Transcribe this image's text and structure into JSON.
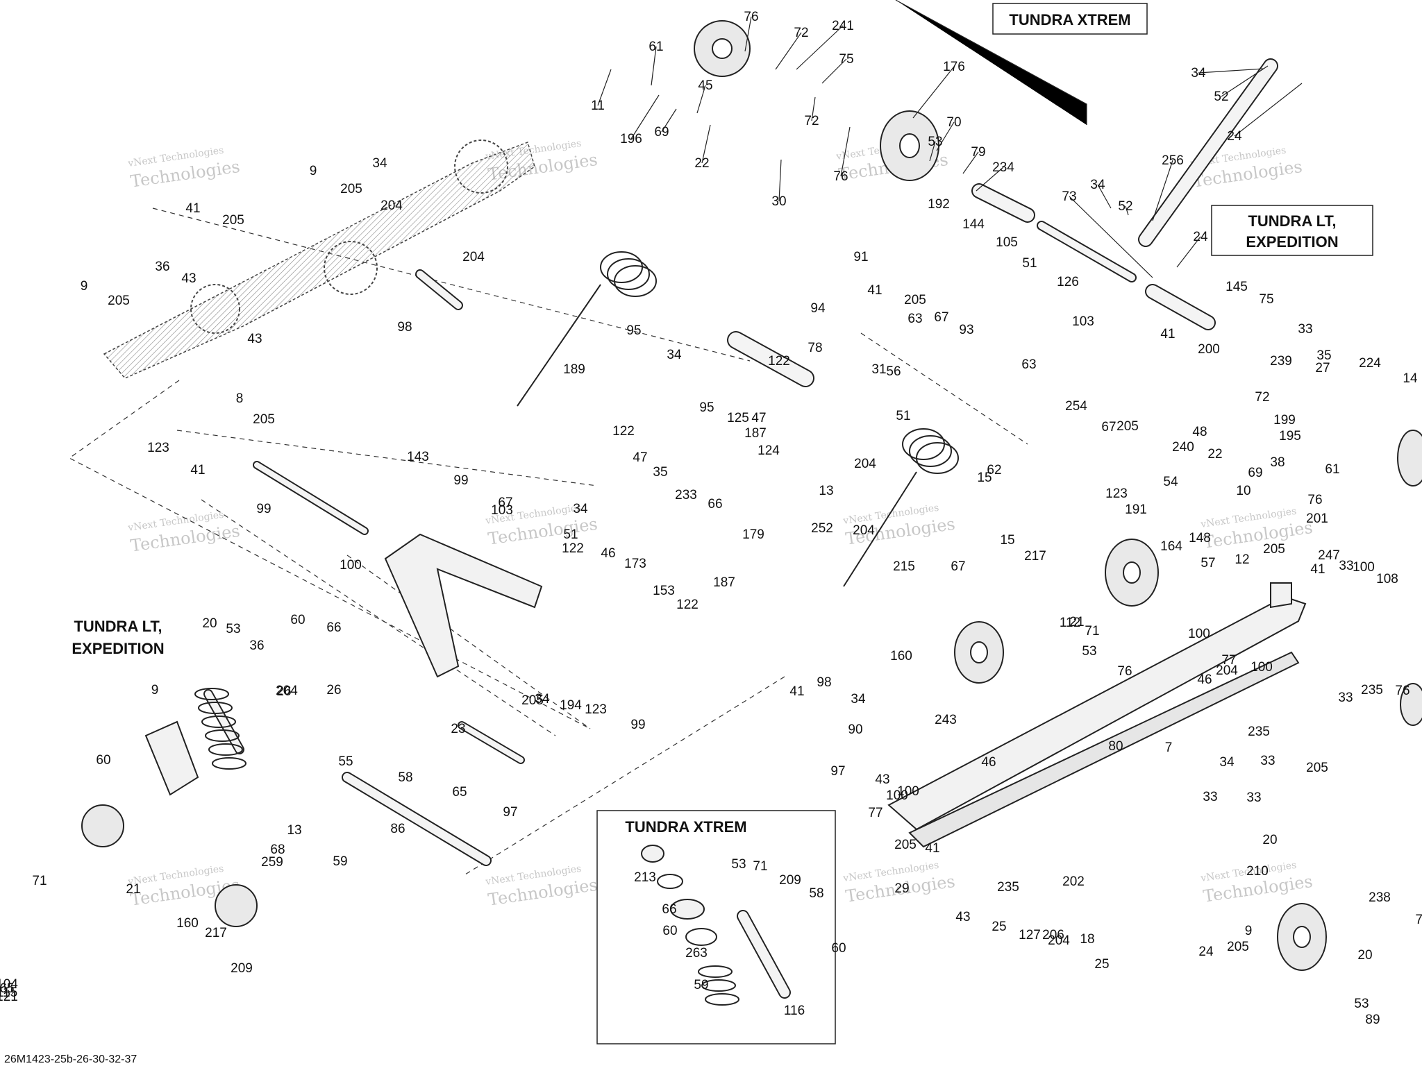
{
  "diagram": {
    "reference_code": "26M1423-25b-26-30-32-37",
    "watermark_line1": "vNext Technologies",
    "watermark_line2": "Technologies",
    "boxes": {
      "tundra_xtrem_top": "TUNDRA XTREM",
      "tundra_lt_right_line1": "TUNDRA LT,",
      "tundra_lt_right_line2": "EXPEDITION",
      "tundra_lt_left_line1": "TUNDRA LT,",
      "tundra_lt_left_line2": "EXPEDITION",
      "tundra_xtrem_inset": "TUNDRA XTREM"
    },
    "callouts": [
      {
        "t": "76"
      },
      {
        "t": "72"
      },
      {
        "t": "241"
      },
      {
        "t": "61"
      },
      {
        "t": "75"
      },
      {
        "t": "45"
      },
      {
        "t": "11"
      },
      {
        "t": "196"
      },
      {
        "t": "69"
      },
      {
        "t": "22"
      },
      {
        "t": "72"
      },
      {
        "t": "76"
      },
      {
        "t": "30"
      },
      {
        "t": "176"
      },
      {
        "t": "70"
      },
      {
        "t": "53"
      },
      {
        "t": "79"
      },
      {
        "t": "234"
      },
      {
        "t": "34"
      },
      {
        "t": "52"
      },
      {
        "t": "24"
      },
      {
        "t": "256"
      },
      {
        "t": "34"
      },
      {
        "t": "52"
      },
      {
        "t": "73"
      },
      {
        "t": "24"
      },
      {
        "t": "9"
      },
      {
        "t": "34"
      },
      {
        "t": "205"
      },
      {
        "t": "204"
      },
      {
        "t": "41"
      },
      {
        "t": "205"
      },
      {
        "t": "204"
      },
      {
        "t": "36"
      },
      {
        "t": "43"
      },
      {
        "t": "9"
      },
      {
        "t": "205"
      },
      {
        "t": "98"
      },
      {
        "t": "43"
      },
      {
        "t": "192"
      },
      {
        "t": "144"
      },
      {
        "t": "91"
      },
      {
        "t": "105"
      },
      {
        "t": "51"
      },
      {
        "t": "126"
      },
      {
        "t": "41"
      },
      {
        "t": "205"
      },
      {
        "t": "67"
      },
      {
        "t": "63"
      },
      {
        "t": "103"
      },
      {
        "t": "145"
      },
      {
        "t": "75"
      },
      {
        "t": "95"
      },
      {
        "t": "94"
      },
      {
        "t": "189"
      },
      {
        "t": "34"
      },
      {
        "t": "122"
      },
      {
        "t": "78"
      },
      {
        "t": "93"
      },
      {
        "t": "56"
      },
      {
        "t": "31"
      },
      {
        "t": "63"
      },
      {
        "t": "51"
      },
      {
        "t": "254"
      },
      {
        "t": "67"
      },
      {
        "t": "205"
      },
      {
        "t": "41"
      },
      {
        "t": "200"
      },
      {
        "t": "33"
      },
      {
        "t": "239"
      },
      {
        "t": "35"
      },
      {
        "t": "27"
      },
      {
        "t": "224"
      },
      {
        "t": "14"
      },
      {
        "t": "72"
      },
      {
        "t": "199"
      },
      {
        "t": "48"
      },
      {
        "t": "240"
      },
      {
        "t": "22"
      },
      {
        "t": "69"
      },
      {
        "t": "195"
      },
      {
        "t": "38"
      },
      {
        "t": "10"
      },
      {
        "t": "61"
      },
      {
        "t": "76"
      },
      {
        "t": "201"
      },
      {
        "t": "8"
      },
      {
        "t": "205"
      },
      {
        "t": "123"
      },
      {
        "t": "41"
      },
      {
        "t": "99"
      },
      {
        "t": "95"
      },
      {
        "t": "47"
      },
      {
        "t": "125"
      },
      {
        "t": "122"
      },
      {
        "t": "187"
      },
      {
        "t": "124"
      },
      {
        "t": "47"
      },
      {
        "t": "35"
      },
      {
        "t": "233"
      },
      {
        "t": "66"
      },
      {
        "t": "13"
      },
      {
        "t": "204"
      },
      {
        "t": "15"
      },
      {
        "t": "62"
      },
      {
        "t": "143"
      },
      {
        "t": "99"
      },
      {
        "t": "67"
      },
      {
        "t": "103"
      },
      {
        "t": "34"
      },
      {
        "t": "51"
      },
      {
        "t": "122"
      },
      {
        "t": "173"
      },
      {
        "t": "153"
      },
      {
        "t": "179"
      },
      {
        "t": "122"
      },
      {
        "t": "187"
      },
      {
        "t": "204"
      },
      {
        "t": "15"
      },
      {
        "t": "252"
      },
      {
        "t": "123"
      },
      {
        "t": "191"
      },
      {
        "t": "54"
      },
      {
        "t": "164"
      },
      {
        "t": "148"
      },
      {
        "t": "57"
      },
      {
        "t": "12"
      },
      {
        "t": "205"
      },
      {
        "t": "41"
      },
      {
        "t": "247"
      },
      {
        "t": "33"
      },
      {
        "t": "100"
      },
      {
        "t": "108"
      },
      {
        "t": "100"
      },
      {
        "t": "46"
      },
      {
        "t": "215"
      },
      {
        "t": "67"
      },
      {
        "t": "217"
      },
      {
        "t": "160"
      },
      {
        "t": "112"
      },
      {
        "t": "21"
      },
      {
        "t": "71"
      },
      {
        "t": "53"
      },
      {
        "t": "76"
      },
      {
        "t": "100"
      },
      {
        "t": "77"
      },
      {
        "t": "100"
      },
      {
        "t": "46"
      },
      {
        "t": "204"
      },
      {
        "t": "33"
      },
      {
        "t": "235"
      },
      {
        "t": "76"
      },
      {
        "t": "20"
      },
      {
        "t": "53"
      },
      {
        "t": "36"
      },
      {
        "t": "60"
      },
      {
        "t": "66"
      },
      {
        "t": "26"
      },
      {
        "t": "26"
      },
      {
        "t": "23"
      },
      {
        "t": "34"
      },
      {
        "t": "194"
      },
      {
        "t": "123"
      },
      {
        "t": "99"
      },
      {
        "t": "205"
      },
      {
        "t": "41"
      },
      {
        "t": "98"
      },
      {
        "t": "34"
      },
      {
        "t": "90"
      },
      {
        "t": "80"
      },
      {
        "t": "7"
      },
      {
        "t": "235"
      },
      {
        "t": "33"
      },
      {
        "t": "205"
      },
      {
        "t": "9"
      },
      {
        "t": "204"
      },
      {
        "t": "55"
      },
      {
        "t": "60"
      },
      {
        "t": "13"
      },
      {
        "t": "86"
      },
      {
        "t": "68"
      },
      {
        "t": "259"
      },
      {
        "t": "59"
      },
      {
        "t": "58"
      },
      {
        "t": "65"
      },
      {
        "t": "97"
      },
      {
        "t": "243"
      },
      {
        "t": "97"
      },
      {
        "t": "43"
      },
      {
        "t": "100"
      },
      {
        "t": "77"
      },
      {
        "t": "100"
      },
      {
        "t": "46"
      },
      {
        "t": "34"
      },
      {
        "t": "33"
      },
      {
        "t": "33"
      },
      {
        "t": "20"
      },
      {
        "t": "205"
      },
      {
        "t": "41"
      },
      {
        "t": "202"
      },
      {
        "t": "210"
      },
      {
        "t": "29"
      },
      {
        "t": "43"
      },
      {
        "t": "235"
      },
      {
        "t": "25"
      },
      {
        "t": "127"
      },
      {
        "t": "204"
      },
      {
        "t": "18"
      },
      {
        "t": "206"
      },
      {
        "t": "25"
      },
      {
        "t": "24"
      },
      {
        "t": "205"
      },
      {
        "t": "9"
      },
      {
        "t": "238"
      },
      {
        "t": "20"
      },
      {
        "t": "76"
      },
      {
        "t": "53"
      },
      {
        "t": "89"
      },
      {
        "t": "71"
      },
      {
        "t": "21"
      },
      {
        "t": "160"
      },
      {
        "t": "217"
      },
      {
        "t": "209"
      },
      {
        "t": "213"
      },
      {
        "t": "53"
      },
      {
        "t": "71"
      },
      {
        "t": "209"
      },
      {
        "t": "58"
      },
      {
        "t": "66"
      },
      {
        "t": "60"
      },
      {
        "t": "263"
      },
      {
        "t": "60"
      },
      {
        "t": "59"
      },
      {
        "t": "116"
      },
      {
        "t": "104"
      },
      {
        "t": "65"
      },
      {
        "t": "115"
      },
      {
        "t": "121"
      }
    ]
  }
}
